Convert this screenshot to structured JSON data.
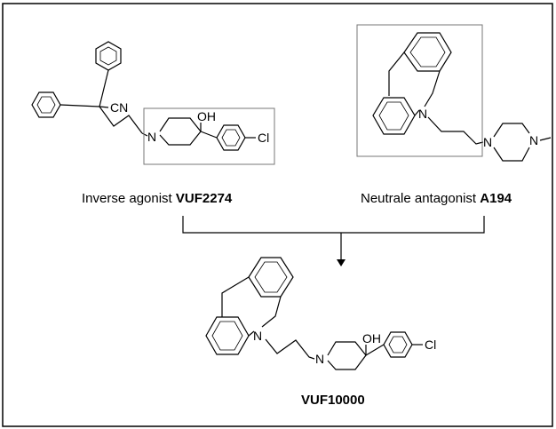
{
  "caption_left": {
    "prefix": "Inverse agonist ",
    "name": "VUF2274"
  },
  "caption_right": {
    "prefix": "Neutrale antagonist ",
    "name": "A194"
  },
  "product": {
    "name": "VUF10000"
  },
  "atoms": {
    "cn": "CN",
    "n": "N",
    "oh": "OH",
    "cl": "Cl"
  }
}
